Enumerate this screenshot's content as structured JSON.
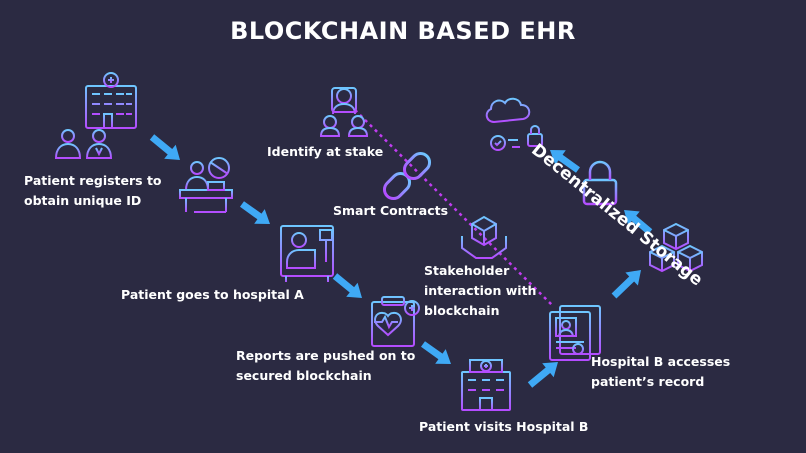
{
  "title": "BLOCKCHAIN BASED EHR",
  "colors": {
    "background": "#2b2a42",
    "arrow": "#3fa9f5",
    "icon_gradient_start": "#6ec6ff",
    "icon_gradient_end": "#b44cff",
    "dotted_link": "#c03cf0"
  },
  "steps": [
    {
      "lines": [
        "Patient registers to",
        "obtain unique ID"
      ],
      "icon": "hospital-building-with-doctors-icon"
    },
    {
      "icon": "reception-desk-icon"
    },
    {
      "lines": [
        "Patient goes to hospital A"
      ],
      "icon": "patient-bed-icon"
    },
    {
      "lines": [
        "Reports are pushed on to",
        "secured blockchain"
      ],
      "icon": "medical-report-icon"
    },
    {
      "lines": [
        "Patient visits Hospital B"
      ],
      "icon": "hospital-b-building-icon"
    },
    {
      "lines": [
        "Hospital B accesses",
        "patient’s record"
      ],
      "icon": "patient-record-icon"
    }
  ],
  "blockchain": {
    "stakeholders": {
      "lines": [
        "Identify  at stake"
      ],
      "icon": "stakeholders-group-icon"
    },
    "contracts": {
      "lines": [
        "Smart Contracts"
      ],
      "icon": "chain-link-icon"
    },
    "interaction": {
      "lines": [
        "Stakeholder",
        "interaction with",
        "blockchain"
      ],
      "icon": "hands-holding-cube-icon"
    }
  },
  "storage": {
    "title": "Decentralized Storage",
    "icons": [
      "cloud-storage-icon",
      "padlock-icon",
      "blockchain-cubes-icon"
    ]
  }
}
